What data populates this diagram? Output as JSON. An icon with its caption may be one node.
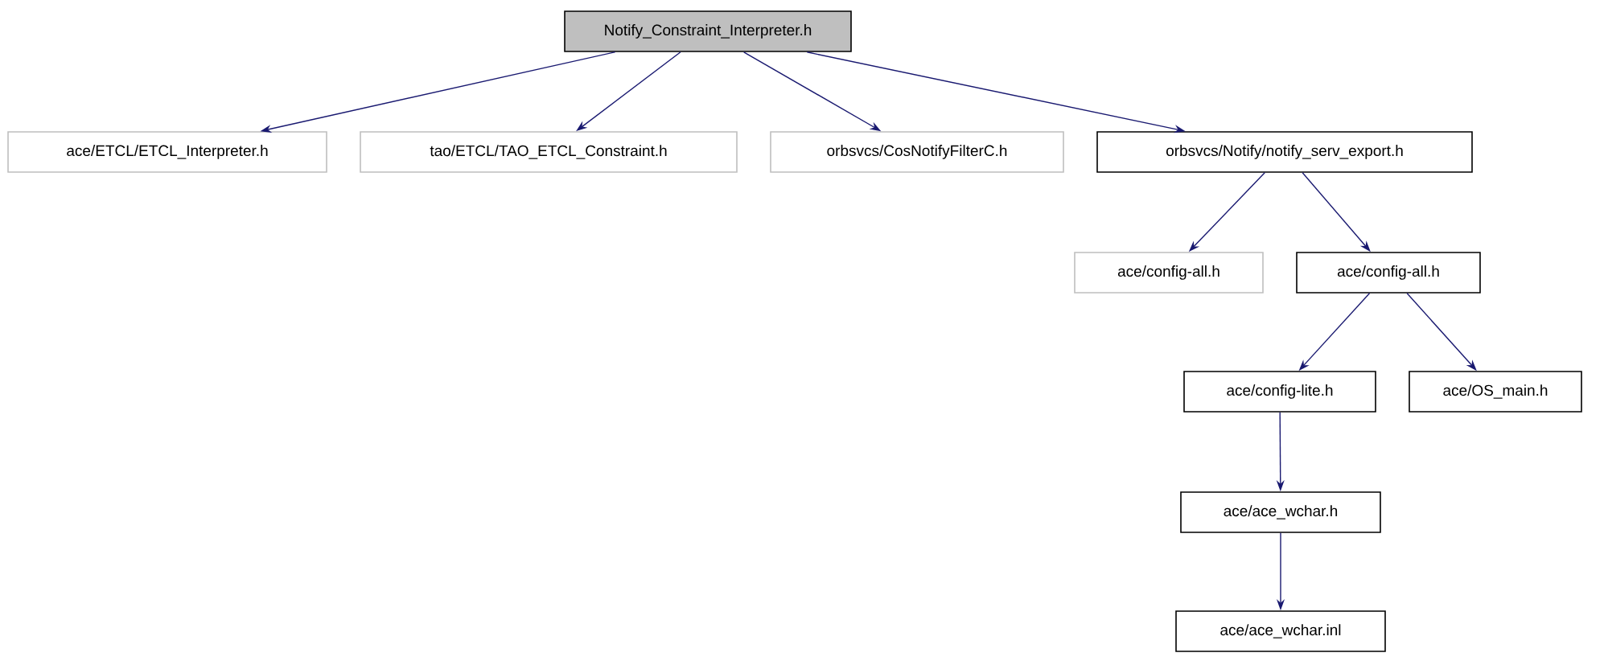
{
  "diagram": {
    "nodes": [
      {
        "text": [
          "Notify_Constraint_Interpreter.h"
        ]
      },
      {
        "text": [
          "ace/ETCL/ETCL_Interpreter.h"
        ]
      },
      {
        "text": [
          "tao/ETCL/TAO_ETCL_Constraint.h"
        ]
      },
      {
        "text": [
          "orbsvcs/CosNotifyFilterC.h"
        ]
      },
      {
        "text": [
          "orbsvcs/Notify/notify_serv_export.h"
        ]
      },
      {
        "text": [
          "ace/config-all.h"
        ]
      },
      {
        "text": [
          "ace/config-all.h"
        ]
      },
      {
        "text": [
          "ace/config-lite.h"
        ]
      },
      {
        "text": [
          "ace/OS_main.h"
        ]
      },
      {
        "text": [
          "ace/ace_wchar.h"
        ]
      },
      {
        "text": [
          "ace/ace_wchar.inl"
        ]
      }
    ],
    "edges": [
      {
        "from": 0,
        "to": 1,
        "arrow": "to"
      },
      {
        "from": 0,
        "to": 2,
        "arrow": "to"
      },
      {
        "from": 0,
        "to": 3,
        "arrow": "to"
      },
      {
        "from": 0,
        "to": 4,
        "arrow": "to"
      },
      {
        "from": 4,
        "to": 5,
        "arrow": "to"
      },
      {
        "from": 4,
        "to": 6,
        "arrow": "to"
      },
      {
        "from": 6,
        "to": 7,
        "arrow": "to"
      },
      {
        "from": 6,
        "to": 8,
        "arrow": "to"
      },
      {
        "from": 7,
        "to": 9,
        "arrow": "to"
      },
      {
        "from": 9,
        "to": 10,
        "arrow": "to"
      }
    ]
  }
}
